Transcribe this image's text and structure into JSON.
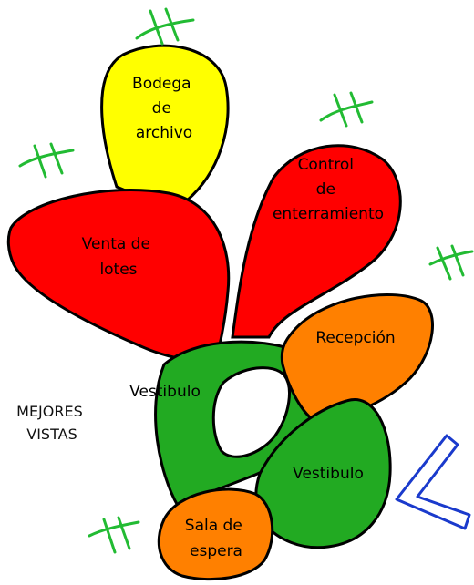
{
  "zones": {
    "bodega": {
      "lines": [
        "Bodega",
        "de",
        "archivo"
      ],
      "color": "#ffff00"
    },
    "control": {
      "lines": [
        "Control",
        "de",
        "enterramiento"
      ],
      "color": "#ff0000"
    },
    "venta": {
      "lines": [
        "Venta de",
        "lotes"
      ],
      "color": "#ff0000"
    },
    "recepcion": {
      "lines": [
        "Recepción"
      ],
      "color": "#ff8000"
    },
    "vestibulo_left": {
      "lines": [
        "Vestibulo"
      ],
      "color": "#22aa22"
    },
    "vestibulo_right": {
      "lines": [
        "Vestibulo"
      ],
      "color": "#22aa22"
    },
    "sala": {
      "lines": [
        "Sala de",
        "espera"
      ],
      "color": "#ff8000"
    }
  },
  "side_note": {
    "lines": [
      "MEJORES",
      "VISTAS"
    ]
  },
  "tree_symbol_color": "#22bb33",
  "view_arrow_color": "#1a3acc"
}
